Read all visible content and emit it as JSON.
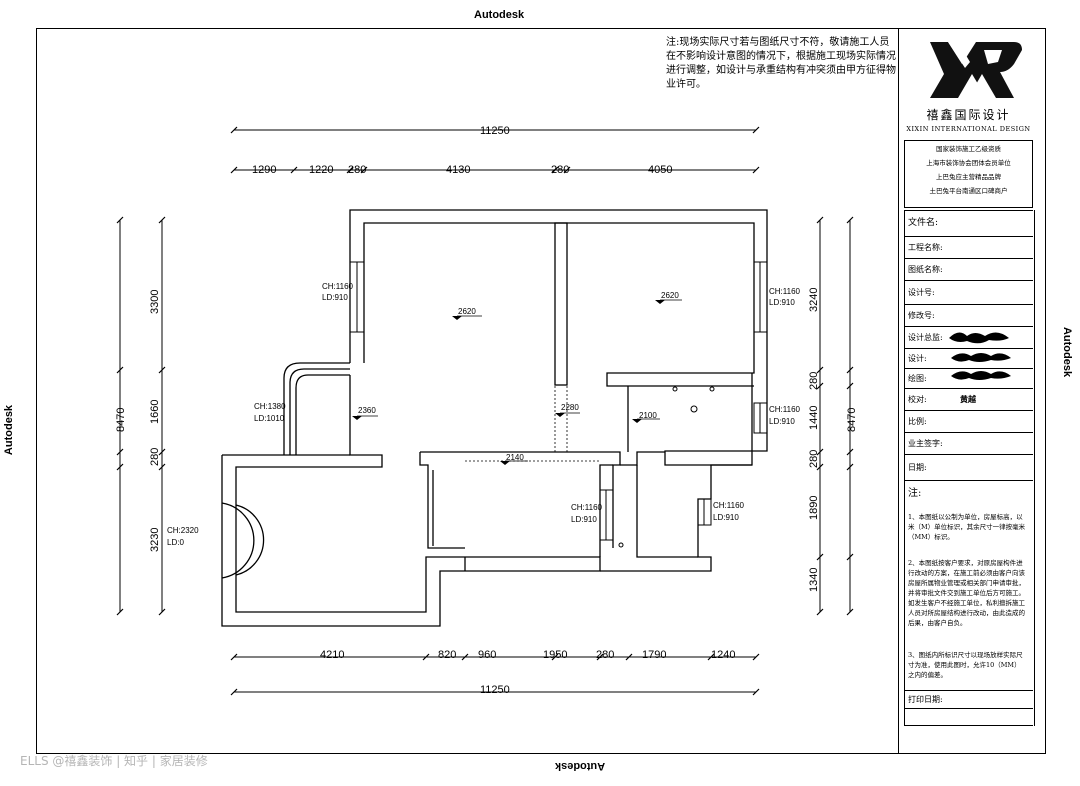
{
  "edge": {
    "top": "Autodesk",
    "bottom": "Autodesk",
    "left": "Autodesk",
    "right": "Autodesk"
  },
  "note": "注:现场实际尺寸若与图纸尺寸不符，敬请施工人员在不影响设计意图的情况下，根据施工现场实际情况进行调整，如设计与承重结构有冲突须由甲方征得物业许可。",
  "title_block": {
    "logo_cn": "禧鑫国际设计",
    "logo_en": "XIXIN INTERNATIONAL DESIGN",
    "credentials": [
      "国家装饰施工乙级资质",
      "上海市装饰协会团体会员单位",
      "上巴兔应主营精品品牌",
      "土巴兔平台南通区口碑商户"
    ],
    "fields": {
      "file_name": "文件名:",
      "project_name": "工程名称:",
      "drawing_name": "图纸名称:",
      "design_no": "设计号:",
      "revision_no": "修改号:",
      "design_director": "设计总监:",
      "designer": "设计:",
      "drafter": "绘图:",
      "checker": "校对:",
      "checker_value": "黄越",
      "scale": "比例:",
      "owner_sign": "业主签字:",
      "date": "日期:",
      "notes_title": "注:",
      "print_date": "打印日期:"
    },
    "notes": [
      "1、本图纸以公制为单位，房屋标高，以米（M）单位标识，其余尺寸一律按毫米（MM）标识。",
      "2、本图纸按客户要求，对原房屋构件进行改动的方案，在施工前必须由客户向该房屋所属物业管理或相关部门申请审批，并将审批文件交到施工单位后方可施工。如发生客户不经施工单位，私利擅拆施工人员对所房屋结构进行改动，由此造成的后果，由客户自负。",
      "3、图纸内所标识尺寸以现场放样实际尺寸为准，使用此图时，允许10（MM）之内的偏差。"
    ]
  },
  "dimensions": {
    "top_total": "11250",
    "top_segments": [
      "1290",
      "1220",
      "280",
      "4130",
      "280",
      "4050"
    ],
    "bottom_segments": [
      "4210",
      "820",
      "960",
      "1950",
      "280",
      "1790",
      "1240"
    ],
    "bottom_total": "11250",
    "left_total": "8470",
    "left_segments": [
      "3300",
      "1660",
      "280",
      "3230"
    ],
    "right_segments": [
      "3240",
      "280",
      "1440",
      "280",
      "1890",
      "1340"
    ],
    "right_total": "8470"
  },
  "windows": [
    {
      "ch": "CH:1160",
      "ld": "LD:910"
    },
    {
      "ch": "CH:1160",
      "ld": "LD:910"
    },
    {
      "ch": "CH:1380",
      "ld": "LD:1010"
    },
    {
      "ch": "CH:1160",
      "ld": "LD:910"
    },
    {
      "ch": "CH:2320",
      "ld": "LD:0"
    },
    {
      "ch": "CH:1160",
      "ld": "LD:910"
    },
    {
      "ch": "CH:1160",
      "ld": "LD:910"
    }
  ],
  "heights": [
    "2620",
    "2620",
    "2360",
    "2280",
    "2100",
    "2140"
  ],
  "watermark": "ELLS @禧鑫装饰 | 知乎 | 家居装修"
}
